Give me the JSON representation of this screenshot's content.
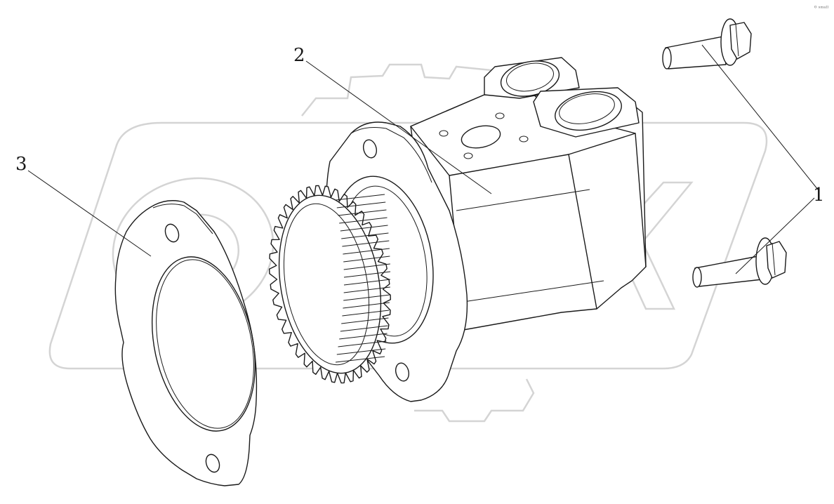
{
  "callouts": [
    {
      "id": "1",
      "label": "1"
    },
    {
      "id": "2",
      "label": "2"
    },
    {
      "id": "3",
      "label": "3"
    }
  ],
  "corner_mark": "⁰ ˢᵐᵃˡˡ",
  "colors": {
    "line": "#1a1a1a",
    "watermark": "#d4d4d4",
    "background": "#ffffff"
  },
  "parts_icons": [
    "bolt-icon",
    "pump-assembly-icon",
    "gear-icon",
    "gasket-icon"
  ]
}
